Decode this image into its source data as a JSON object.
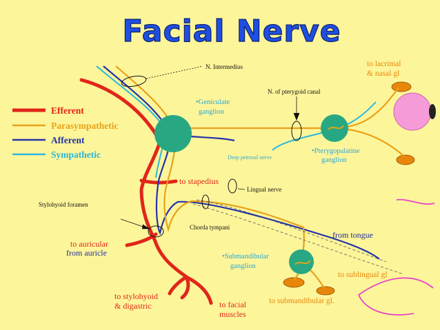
{
  "title": "Facial Nerve",
  "legend": [
    {
      "label": "Efferent",
      "color": "#E0261A"
    },
    {
      "label": "Parasympathetic",
      "color": "#E8A21A"
    },
    {
      "label": "Afferent",
      "color": "#2433A8"
    },
    {
      "label": "Sympathetic",
      "color": "#2AB7E0"
    }
  ],
  "labels": {
    "n_intermedius": "N. Intermedius",
    "n_pterygoid_canal": "N. of pterygoid canal",
    "geniculate_1": "•Geniculate",
    "geniculate_2": "ganglion",
    "pterygo_1": "•Pterygopalatine",
    "pterygo_2": "ganglion",
    "deep_petrosal": "Deep petrosal nerve",
    "lacrimal_1": "to lacrimal",
    "lacrimal_2": "& nasal gl",
    "stapedius": "to stapedius",
    "lingual": "Lingual nerve",
    "stylohyoid_foramen": "Stylohyoid foramen",
    "chorda": "Chorda tympani",
    "from_tongue": "from tongue",
    "auricular_1": "to auricular",
    "auricular_2": "from auricle",
    "submand_1": "•Submandibular",
    "submand_2": "ganglion",
    "sublingual": "to sublingual gl",
    "submand_gl": "to submandibular gl.",
    "stylohyoid_1": "to stylohyoid",
    "stylohyoid_2": "& digastric",
    "facial_1": "to facial",
    "facial_2": "muscles"
  },
  "colors": {
    "background": "#FDF59A",
    "efferent": "#E0261A",
    "parasympathetic": "#E8A21A",
    "afferent": "#2433A8",
    "sympathetic": "#2AB7E0",
    "ganglion": "#27A882",
    "gland": "#E8860A",
    "eye": "#F59BD8",
    "tongue_outline": "#E645C8"
  }
}
